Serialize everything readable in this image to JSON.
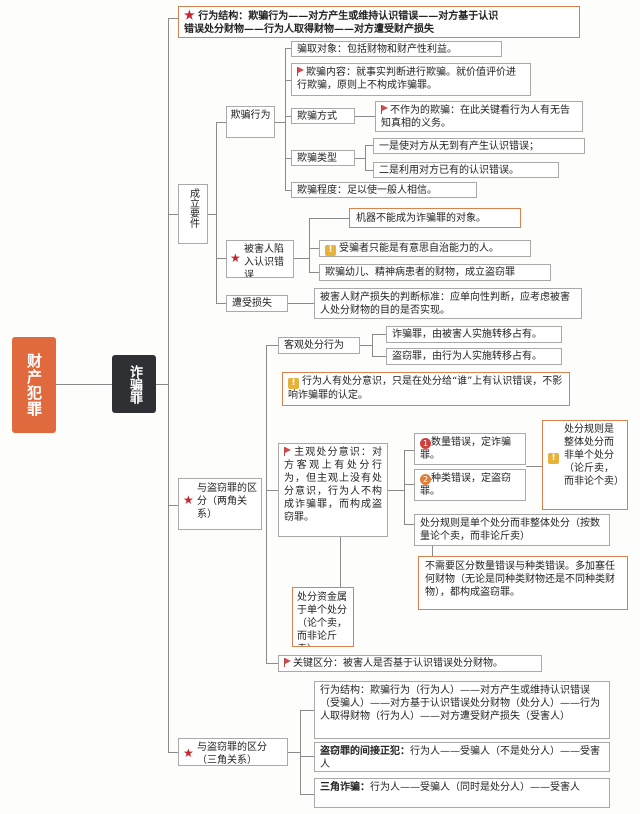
{
  "root": "财产犯罪",
  "level1": "诈骗罪",
  "top": {
    "title_a": "行为结构：欺骗行为——对方产生或维持认识错误——对方基于认识",
    "title_b": "错误处分财物——行为人取得财物——对方遭受财产损失"
  },
  "constitution": {
    "label": "成立要件",
    "deceive": {
      "label": "欺骗行为",
      "object": "骗取对象：包括财物和财产性利益。",
      "content": "欺骗内容：就事实判断进行欺骗。就价值评价进行欺骗，原则上不构成诈骗罪。",
      "method_label": "欺骗方式",
      "method_note": "不作为的欺骗：在此关键看行为人有无告知真相的义务。",
      "type_label": "欺骗类型",
      "type_1": "一是使对方从无到有产生认识错误；",
      "type_2": "二是利用对方已有的认识错误。",
      "degree": "欺骗程度：足以使一般人相信。"
    },
    "victim": {
      "label": "被害人陷入认识错误",
      "machine": "机器不能成为诈骗罪的对象。",
      "capacity": "受骗者只能是有意思自治能力的人。",
      "children": "欺骗幼儿、精神病患者的财物，成立盗窃罪"
    },
    "loss": {
      "label": "遭受损失",
      "note": "被害人财产损失的判断标准：应单向性判断，应考虑被害人处分财物的目的是否实现。"
    }
  },
  "theft_two": {
    "label": "与盗窃罪的区分（两角关系）",
    "objective_label": "客观处分行为",
    "fraud": "诈骗罪，由被害人实施转移占有。",
    "theft": "盗窃罪，由行为人实施转移占有。",
    "awareness_note": "行为人有处分意识，只是在处分给“谁”上有认识错误，不影响诈骗罪的认定。",
    "subjective": "主观处分意识：对方客观上有处分行为，但主观上没有处分意识，行为人不构成诈骗罪，而构成盗窃罪。",
    "quantity": "数量错误，定诈骗罪。",
    "kind": "种类错误，定盗窃罪。",
    "rule_note": "处分规则是整体处分而非单个处分（论斤卖，而非论个卖）",
    "rule_single": "处分规则是单个处分而非整体处分（按数量论个卖，而非论斤卖）",
    "no_distinguish": "不需要区分数量错误与种类错误。多加塞任何财物（无论是同种类财物还是不同种类财物），都构成盗窃罪。",
    "unit": "处分资金属于单个处分（论个卖，而非论斤卖）。",
    "key": "关键区分：被害人是否基于认识错误处分财物。"
  },
  "theft_three": {
    "label": "与盗窃罪的区分（三角关系）",
    "structure": "行为结构：欺骗行为（行为人）——对方产生或维持认识错误（受骗人）——对方基于认识错误处分财物（处分人）——行为人取得财物（行为人）——对方遭受财产损失（受害人）",
    "indirect_b": "盗窃罪的间接正犯：",
    "indirect": "行为人——受骗人（不是处分人）——受害人",
    "triangle_b": "三角诈骗：",
    "triangle": "行为人——受骗人（同时是处分人）——受害人"
  },
  "colors": {
    "root": "#e0693e",
    "level1": "#2f3033",
    "accent": "#c3282e"
  }
}
